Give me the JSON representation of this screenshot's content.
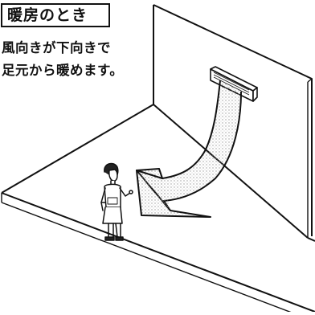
{
  "title": "暖房のとき",
  "caption": {
    "line1": "風向きが下向きで",
    "line2": "足元から暖めます。"
  },
  "colors": {
    "line": "#111111",
    "airflow_dots": "#9a9a9a",
    "background": "#ffffff"
  }
}
